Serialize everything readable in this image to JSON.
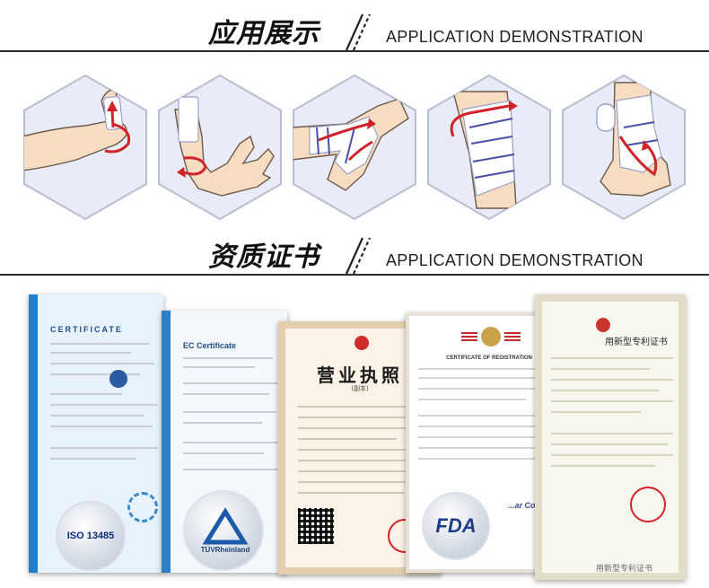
{
  "section1": {
    "title_cn": "应用展示",
    "title_en": "APPLICATION DEMONSTRATION"
  },
  "section2": {
    "title_cn": "资质证书",
    "title_en": "APPLICATION DEMONSTRATION"
  },
  "illustrations": [
    {
      "name": "finger-wrap"
    },
    {
      "name": "wrist-wrap"
    },
    {
      "name": "elbow-wrap"
    },
    {
      "name": "knee-wrap"
    },
    {
      "name": "ankle-wrap"
    }
  ],
  "certificates": {
    "iso": {
      "title": "CERTIFICATE",
      "badge": "ISO 13485"
    },
    "ec": {
      "title": "EC Certificate",
      "badge": "TÜVRheinland"
    },
    "license": {
      "title": "营业执照",
      "subtitle": "(副本)"
    },
    "fda": {
      "title": "CERTIFICATE OF REGISTRATION",
      "badge": "FDA",
      "corp": "...ar Corp"
    },
    "patent": {
      "title": "用新型专利证书"
    }
  },
  "colors": {
    "hex_bg": "#e9ebf6",
    "hex_border": "#b9bdd0",
    "skin": "#f6dcc1",
    "bandage": "#ffffff",
    "arrow_red": "#d0232a",
    "stripe_purple": "#4a4fa6",
    "cert_blue": "#1f7fc8"
  }
}
